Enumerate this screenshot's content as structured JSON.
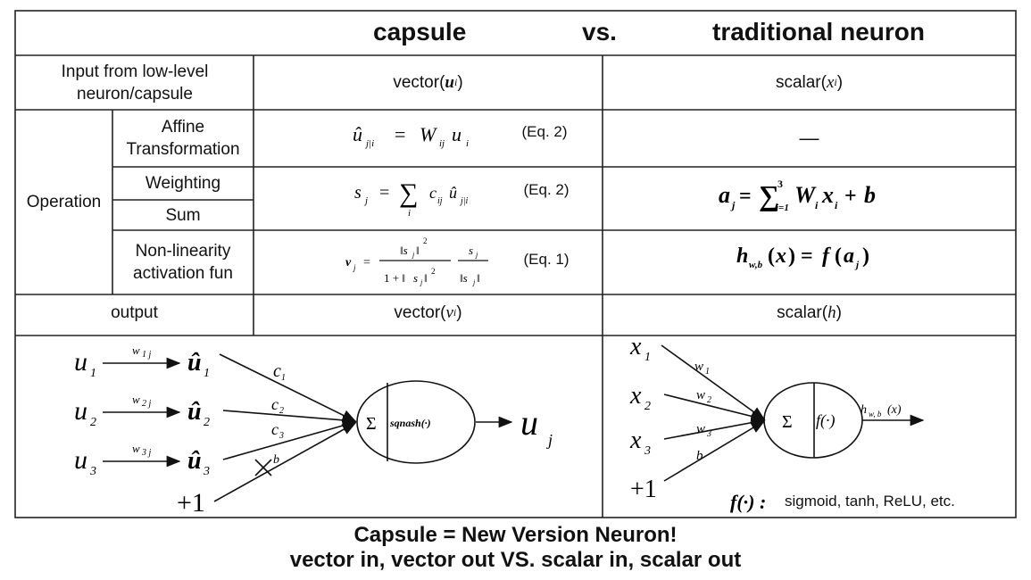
{
  "header": {
    "capsule": "capsule",
    "vs": "vs.",
    "traditional": "traditional neuron"
  },
  "rows": {
    "input": {
      "label": "Input from low-level neuron/capsule",
      "capsule_prefix": "vector(",
      "capsule_var": "u",
      "capsule_sub": "i",
      "traditional_prefix": "scalar(",
      "traditional_var": "x",
      "traditional_sub": "i"
    },
    "operation": {
      "label": "Operation",
      "affine_label": "Affine Transformation",
      "affine_eq_tag": "(Eq. 2)",
      "affine_traditional": "—",
      "weighting_label": "Weighting",
      "sum_label": "Sum",
      "weighting_eq_tag": "(Eq. 2)",
      "nonlin_label": "Non-linearity activation fun",
      "nonlin_eq_tag": "(Eq. 1)"
    },
    "output": {
      "label": "output",
      "capsule_prefix": "vector(",
      "capsule_var": "v",
      "capsule_sub": "i",
      "traditional_prefix": "scalar(",
      "traditional_var": "h"
    }
  },
  "capsule_diagram": {
    "function_label": "sqnash(·)"
  },
  "neuron_diagram": {
    "activation_note": "sigmoid, tanh, ReLU, etc."
  },
  "footer": {
    "line1": "Capsule = New Version Neuron!",
    "line2": "vector in, vector out  VS.  scalar in, scalar out"
  }
}
